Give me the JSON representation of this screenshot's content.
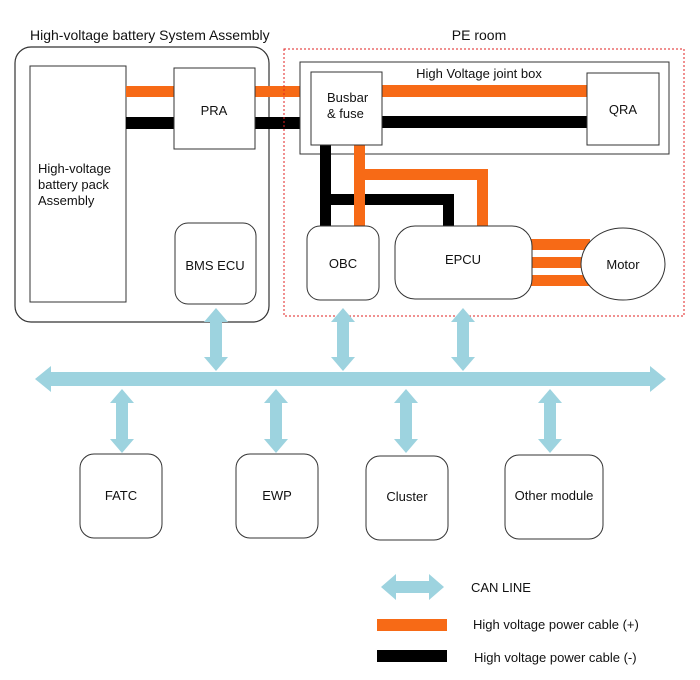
{
  "colors": {
    "can": "#9dd3df",
    "positive": "#f76a16",
    "negative": "#000000",
    "pe_border": "#e02020",
    "stroke": "#333333"
  },
  "battery_system": {
    "title": "High-voltage battery System Assembly",
    "pack_label": [
      "High-voltage",
      "battery pack",
      "Assembly"
    ],
    "pra_label": "PRA",
    "bms_label": "BMS ECU"
  },
  "pe_room": {
    "title": "PE room",
    "joint_box_title": "High Voltage joint box",
    "busbar_label": [
      "Busbar",
      "& fuse"
    ],
    "qra_label": "QRA",
    "obc_label": "OBC",
    "epcu_label": "EPCU",
    "motor_label": "Motor"
  },
  "can_modules": [
    {
      "label": "FATC"
    },
    {
      "label": "EWP"
    },
    {
      "label": "Cluster"
    },
    {
      "label": "Other module"
    }
  ],
  "legend": {
    "can": "CAN LINE",
    "positive": "High voltage power cable (+)",
    "negative": "High voltage power cable (-)"
  }
}
